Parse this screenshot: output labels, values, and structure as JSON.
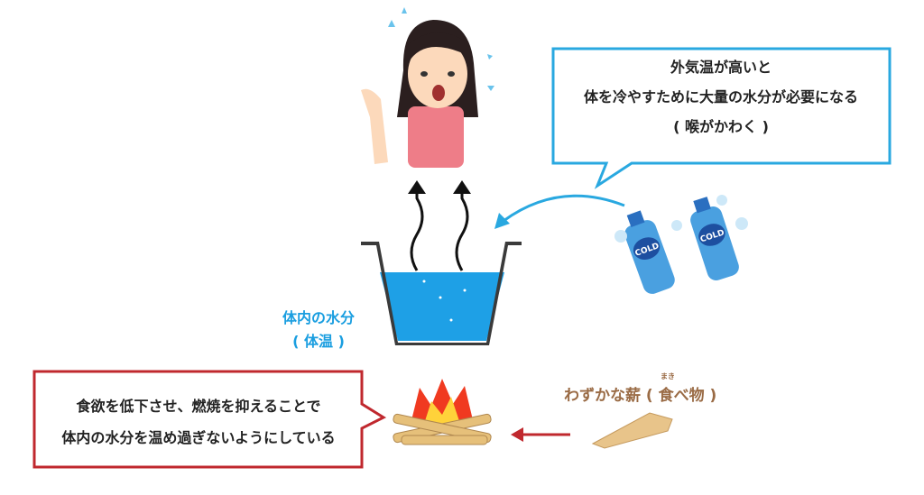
{
  "speech_top": {
    "lines": [
      "外気温が高いと",
      "体を冷やすために大量の水分が必要になる",
      "( 喉がかわく )"
    ],
    "border_color": "#29a8e0"
  },
  "speech_bottom": {
    "lines": [
      "食欲を低下させ、燃焼を抑えることで",
      "体内の水分を温め過ぎないようにしている"
    ],
    "border_color": "#c0282e"
  },
  "pot_label": {
    "line1": "体内の水分",
    "line2": "( 体温 )",
    "color": "#1a9ee0"
  },
  "fuel_label": {
    "text": "わずかな薪 ( 食べ物 )",
    "furigana": "まき",
    "color": "#9a6b45"
  },
  "bottles": {
    "label": "COLD"
  }
}
